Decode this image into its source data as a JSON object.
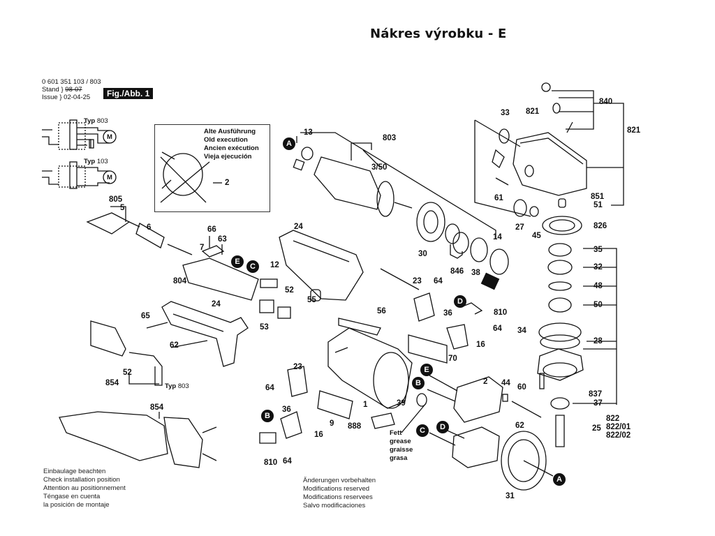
{
  "title": "Nákres výrobku - E",
  "header": {
    "part_number": "0 601 351 103 / 803",
    "stand_label": "Stand",
    "stand_value": "98-07",
    "issue_label": "Issue",
    "issue_value": "02-04-25",
    "figure_label": "Fig./Abb. 1"
  },
  "old_execution": {
    "lines": [
      "Alte Ausführung",
      "Old execution",
      "Ancien exécution",
      "Vieja ejecución"
    ],
    "part": "2"
  },
  "wiring": {
    "typ_label": "Typ",
    "diagrams": [
      {
        "type": "803",
        "motor": "M"
      },
      {
        "type": "103",
        "motor": "M"
      }
    ]
  },
  "installation_note": [
    "Einbaulage beachten",
    "Check installation position",
    "Attention au positionnement",
    "Téngase en cuenta",
    "la posición de montaje"
  ],
  "modifications_note": [
    "Änderungen vorbehalten",
    "Modifications reserved",
    "Modifications reservees",
    "Salvo modificaciones"
  ],
  "grease_note": [
    "Fett",
    "grease",
    "graisse",
    "grasa"
  ],
  "connection_markers": [
    "A",
    "B",
    "C",
    "D",
    "E"
  ],
  "part_labels": {
    "p805": "805",
    "p5": "5",
    "p6": "6",
    "p66": "66",
    "p7": "7",
    "p63": "63",
    "p24a": "24",
    "p12": "12",
    "p804": "804",
    "p52a": "52",
    "p55": "55",
    "p53": "53",
    "p65": "65",
    "p24b": "24",
    "p62a": "62",
    "p52b": "52",
    "p854a": "854",
    "p854b": "854",
    "p13": "13",
    "p803": "803",
    "p350": "3/50",
    "p30": "30",
    "p846": "846",
    "p38": "38",
    "p14": "14",
    "p33": "33",
    "p821a": "821",
    "p840": "840",
    "p821b": "821",
    "p61": "61",
    "p851": "851",
    "p51": "51",
    "p27": "27",
    "p45": "45",
    "p826": "826",
    "p35": "35",
    "p32": "32",
    "p48": "48",
    "p50": "50",
    "p34": "34",
    "p28": "28",
    "p60": "60",
    "p837": "837",
    "p37": "37",
    "p822": "822",
    "p822_01": "822/01",
    "p822_02": "822/02",
    "p25": "25",
    "p23a": "23",
    "p64a": "64",
    "p810a": "810",
    "p36a": "36",
    "p64b": "64",
    "p16a": "16",
    "p56": "56",
    "p70": "70",
    "p23b": "23",
    "p64c": "64",
    "p1": "1",
    "p9": "9",
    "p888": "888",
    "p39": "39",
    "p36b": "36",
    "p16b": "16",
    "p810b": "810",
    "p64d": "64",
    "p2": "2",
    "p44": "44",
    "p62b": "62",
    "p31": "31"
  }
}
